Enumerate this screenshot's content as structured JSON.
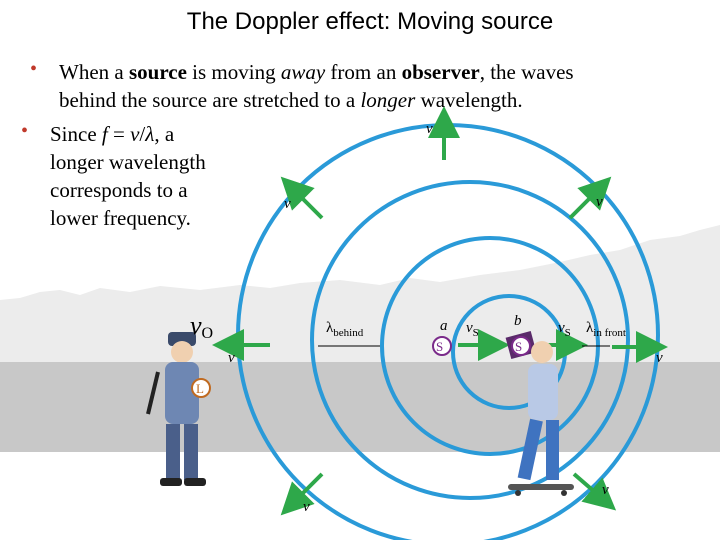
{
  "title": "The Doppler effect: Moving source",
  "bullets": [
    {
      "line1_parts": [
        "When a ",
        "source",
        " is moving ",
        "away",
        " from an ",
        "observer",
        ", the waves"
      ],
      "line2_parts": [
        "behind the source are stretched to a ",
        "longer",
        " wavelength."
      ]
    },
    {
      "lines": [
        "Since f = v/λ, a",
        "longer wavelength",
        "corresponds to a",
        "lower frequency."
      ]
    }
  ],
  "diagram": {
    "labels": {
      "v": "v",
      "vs": "vS",
      "vo": "vO",
      "lambda_behind": "λbehind",
      "lambda_front": "λin front",
      "a": "a",
      "b": "b",
      "source": "S",
      "listener": "L"
    },
    "colors": {
      "wave": "#2a9ad8",
      "arrow": "#2ea84a",
      "ground": "#c8c8c8",
      "bullet": "#c0392b"
    }
  }
}
